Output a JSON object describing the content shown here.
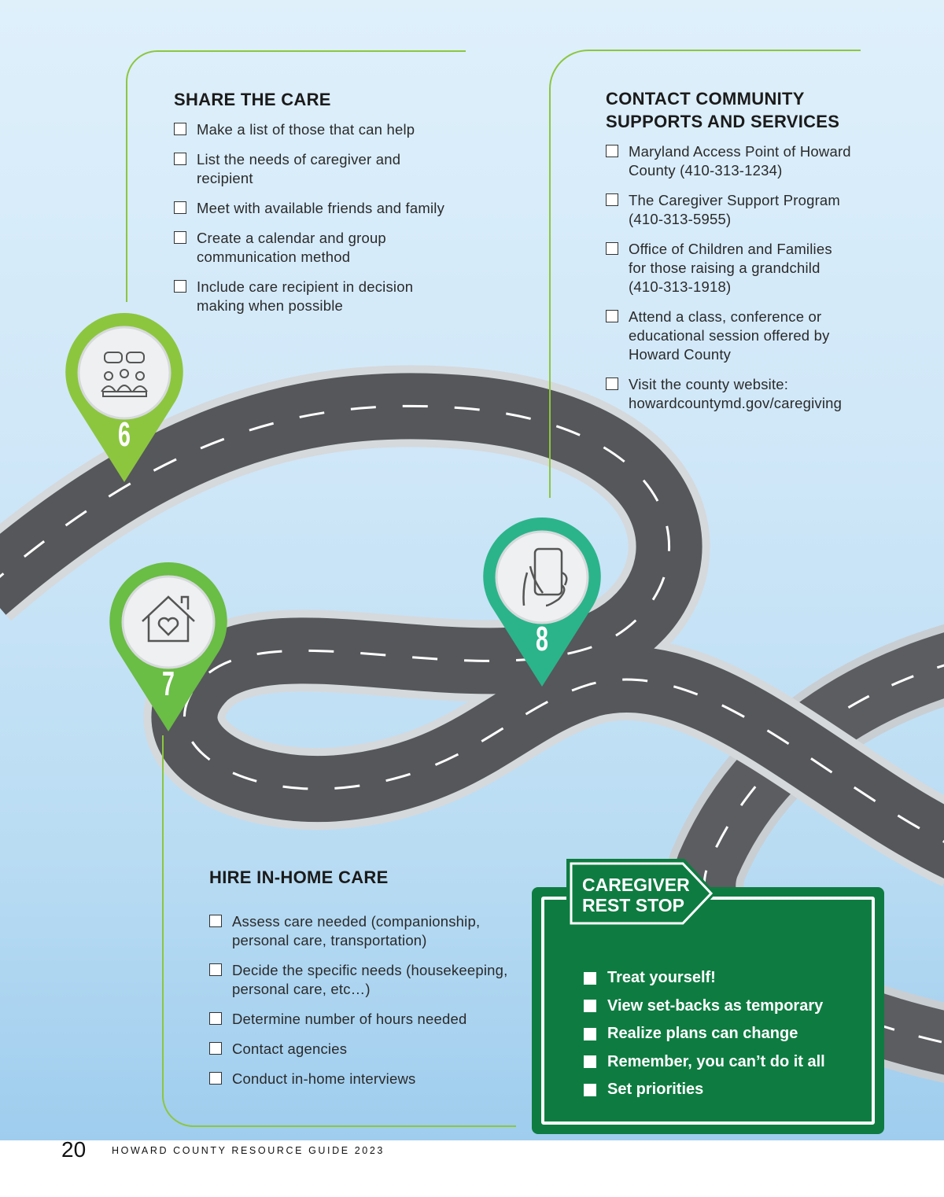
{
  "share_care": {
    "title": "SHARE THE CARE",
    "items": [
      "Make a list of those that can help",
      "List the needs of caregiver and recipient",
      "Meet with available friends and family",
      "Create a calendar and group communication method",
      "Include care recipient in decision making when possible"
    ]
  },
  "contact": {
    "title_line1": "CONTACT COMMUNITY",
    "title_line2": "SUPPORTS AND SERVICES",
    "items": [
      "Maryland Access Point of Howard County (410-313-1234)",
      "The Caregiver Support Program (410-313-5955)",
      "Office of Children and Families for those raising a grandchild (410-313-1918)",
      "Attend a class, conference or educational session offered by Howard County",
      "Visit the county website: howardcountymd.gov/caregiving"
    ]
  },
  "hire": {
    "title": "HIRE IN-HOME CARE",
    "items": [
      "Assess care needed (companionship, personal care, transportation)",
      "Decide the specific needs (housekeeping, personal care, etc…)",
      "Determine number of hours needed",
      "Contact agencies",
      "Conduct in-home interviews"
    ]
  },
  "pins": [
    {
      "number": "6",
      "icon": "meeting-group-icon",
      "color": "#8cc63f"
    },
    {
      "number": "7",
      "icon": "house-heart-icon",
      "color": "#6abd45"
    },
    {
      "number": "8",
      "icon": "phone-in-hand-icon",
      "color": "#2bb48a"
    }
  ],
  "rest_stop": {
    "title_line1": "CAREGIVER",
    "title_line2": "REST STOP",
    "items": [
      "Treat yourself!",
      "View set-backs as temporary",
      "Realize plans can change",
      "Remember, you can’t do it all",
      "Set priorities"
    ],
    "color": "#0e7c41"
  },
  "footer": {
    "page_number": "20",
    "title": "HOWARD COUNTY RESOURCE GUIDE 2023"
  }
}
